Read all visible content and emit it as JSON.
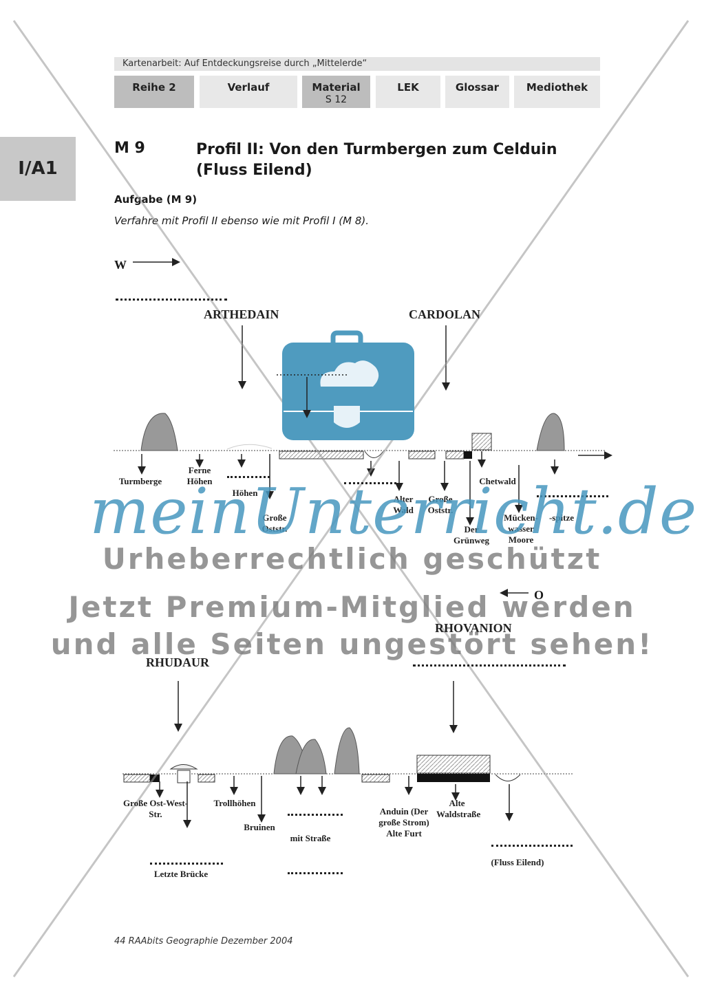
{
  "header": {
    "breadcrumb": "Kartenarbeit: Auf Entdeckungsreise durch „Mittelerde“"
  },
  "tabs": [
    {
      "label": "Reihe 2",
      "sub": ""
    },
    {
      "label": "Verlauf",
      "sub": ""
    },
    {
      "label": "Material",
      "sub": "S 12"
    },
    {
      "label": "LEK",
      "sub": ""
    },
    {
      "label": "Glossar",
      "sub": ""
    },
    {
      "label": "Mediothek",
      "sub": ""
    }
  ],
  "side_badge": "I/A1",
  "section": {
    "label": "M 9",
    "title": "Profil II: Von den Turmbergen zum Celduin (Fluss Eilend)"
  },
  "task": {
    "heading": "Aufgabe (M 9)",
    "text": "Verfahre mit Profil II ebenso wie mit Profil I (M 8)."
  },
  "profile_top": {
    "direction": "W",
    "regions": [
      "ARTHEDAIN",
      "CARDOLAN"
    ],
    "labels": {
      "turmberge": "Turmberge",
      "ferne_hoehen": "Ferne Höhen",
      "hoehen": "Höhen",
      "grosse_oststr_1": "Große Oststr.",
      "alter_wald": "Alter Wald",
      "grosse_oststr_2": "Große Oststr.",
      "der_gruenweg": "Der Grünweg",
      "chetwald": "Chetwald",
      "muecken": "Mücken- wasser Moore",
      "spitze": "-spitze"
    }
  },
  "profile_bottom": {
    "direction": "O",
    "regions": [
      "RHUDAUR",
      "RHOVANION"
    ],
    "labels": {
      "grosse_ost_west": "Große Ost-West-Str.",
      "trollhoehen": "Trollhöhen",
      "bruinen": "Bruinen",
      "mit_strasse": "mit Straße",
      "anduin": "Anduin (Der große Strom) Alte Furt",
      "alte_waldstrasse": "Alte Waldstraße",
      "fluss_eilend": "(Fluss Eilend)",
      "letzte_bruecke": "Letzte Brücke"
    }
  },
  "watermark": {
    "logo": "meinUnterricht.de",
    "line1": "Urheberrechtlich geschützt",
    "line2": "Jetzt Premium-Mitglied werden",
    "line3": "und alle Seiten ungestört sehen!"
  },
  "footer": "44 RAAbits Geographie Dezember 2004",
  "colors": {
    "watermark_blue": "#4f9bbf",
    "tab_active": "#bdbdbd",
    "tab": "#e8e8e8"
  }
}
